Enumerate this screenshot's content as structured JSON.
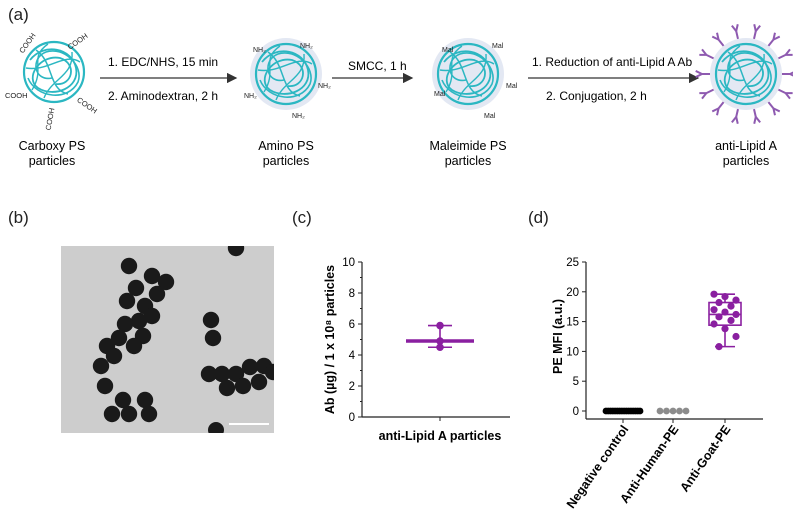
{
  "panels": {
    "a": "(a)",
    "b": "(b)",
    "c": "(c)",
    "d": "(d)"
  },
  "scheme": {
    "stages": [
      {
        "label": "Carboxy PS\nparticles",
        "groups": [
          "COOH",
          "COOH",
          "COOH",
          "COOH",
          "COOH",
          "COOH"
        ]
      },
      {
        "label": "Amino PS\nparticles",
        "groups": [
          "NH₂",
          "NH₂",
          "NH₂",
          "NH₂",
          "NH₂"
        ]
      },
      {
        "label": "Maleimide PS\nparticles",
        "groups": [
          "Mal",
          "Mal",
          "Mal",
          "Mal",
          "Mal"
        ]
      },
      {
        "label": "anti-Lipid A\nparticles"
      }
    ],
    "steps": [
      {
        "line1": "1.  EDC/NHS, 15 min",
        "line2": "2.  Aminodextran, 2 h"
      },
      {
        "line1": "SMCC, 1 h",
        "line2": ""
      },
      {
        "line1": "1.  Reduction of anti-Lipid A Ab",
        "line2": "2.  Conjugation, 2 h"
      }
    ],
    "colors": {
      "particle": "#2bb7c2",
      "halo": "#e3e8f3",
      "antibody": "#8e5ab0"
    }
  },
  "chart_data": [
    {
      "type": "scatter",
      "panel": "(c)",
      "title": "",
      "xlabel": "anti-Lipid A particles",
      "ylabel": "Ab (µg) / 1 x 10⁸ particles",
      "ylim": [
        0,
        10
      ],
      "yticks": [
        "0",
        "2",
        "4",
        "6",
        "8",
        "10"
      ],
      "series": [
        {
          "name": "anti-Lipid A particles",
          "points": [
            5.9,
            4.9,
            4.5
          ],
          "mean": 4.9,
          "error": [
            4.5,
            5.9
          ]
        }
      ],
      "color": "#8a1fa0"
    },
    {
      "type": "box",
      "panel": "(d)",
      "title": "",
      "ylabel": "PE MFI (a.u.)",
      "ylim": [
        0,
        25
      ],
      "yticks": [
        "0",
        "5",
        "10",
        "15",
        "20",
        "25"
      ],
      "categories": [
        "Negative control",
        "Anti-Human-PE",
        "Anti-Goat-PE"
      ],
      "series": [
        {
          "name": "Negative control",
          "values": [
            0,
            0,
            0,
            0,
            0,
            0,
            0,
            0,
            0,
            0,
            0,
            0,
            0,
            0,
            0,
            0
          ],
          "color": "#000000"
        },
        {
          "name": "Anti-Human-PE",
          "values": [
            0,
            0,
            0,
            0,
            0
          ],
          "color": "#8c8c8c"
        },
        {
          "name": "Anti-Goat-PE",
          "values": [
            19.6,
            19.2,
            18.6,
            18.2,
            17.6,
            17.0,
            16.6,
            16.2,
            15.8,
            15.2,
            14.6,
            13.8,
            12.5,
            10.8
          ],
          "box": {
            "min": 10.8,
            "q1": 14.4,
            "median": 16.2,
            "q3": 18.2,
            "max": 19.6
          },
          "color": "#8a1fa0"
        }
      ]
    }
  ]
}
